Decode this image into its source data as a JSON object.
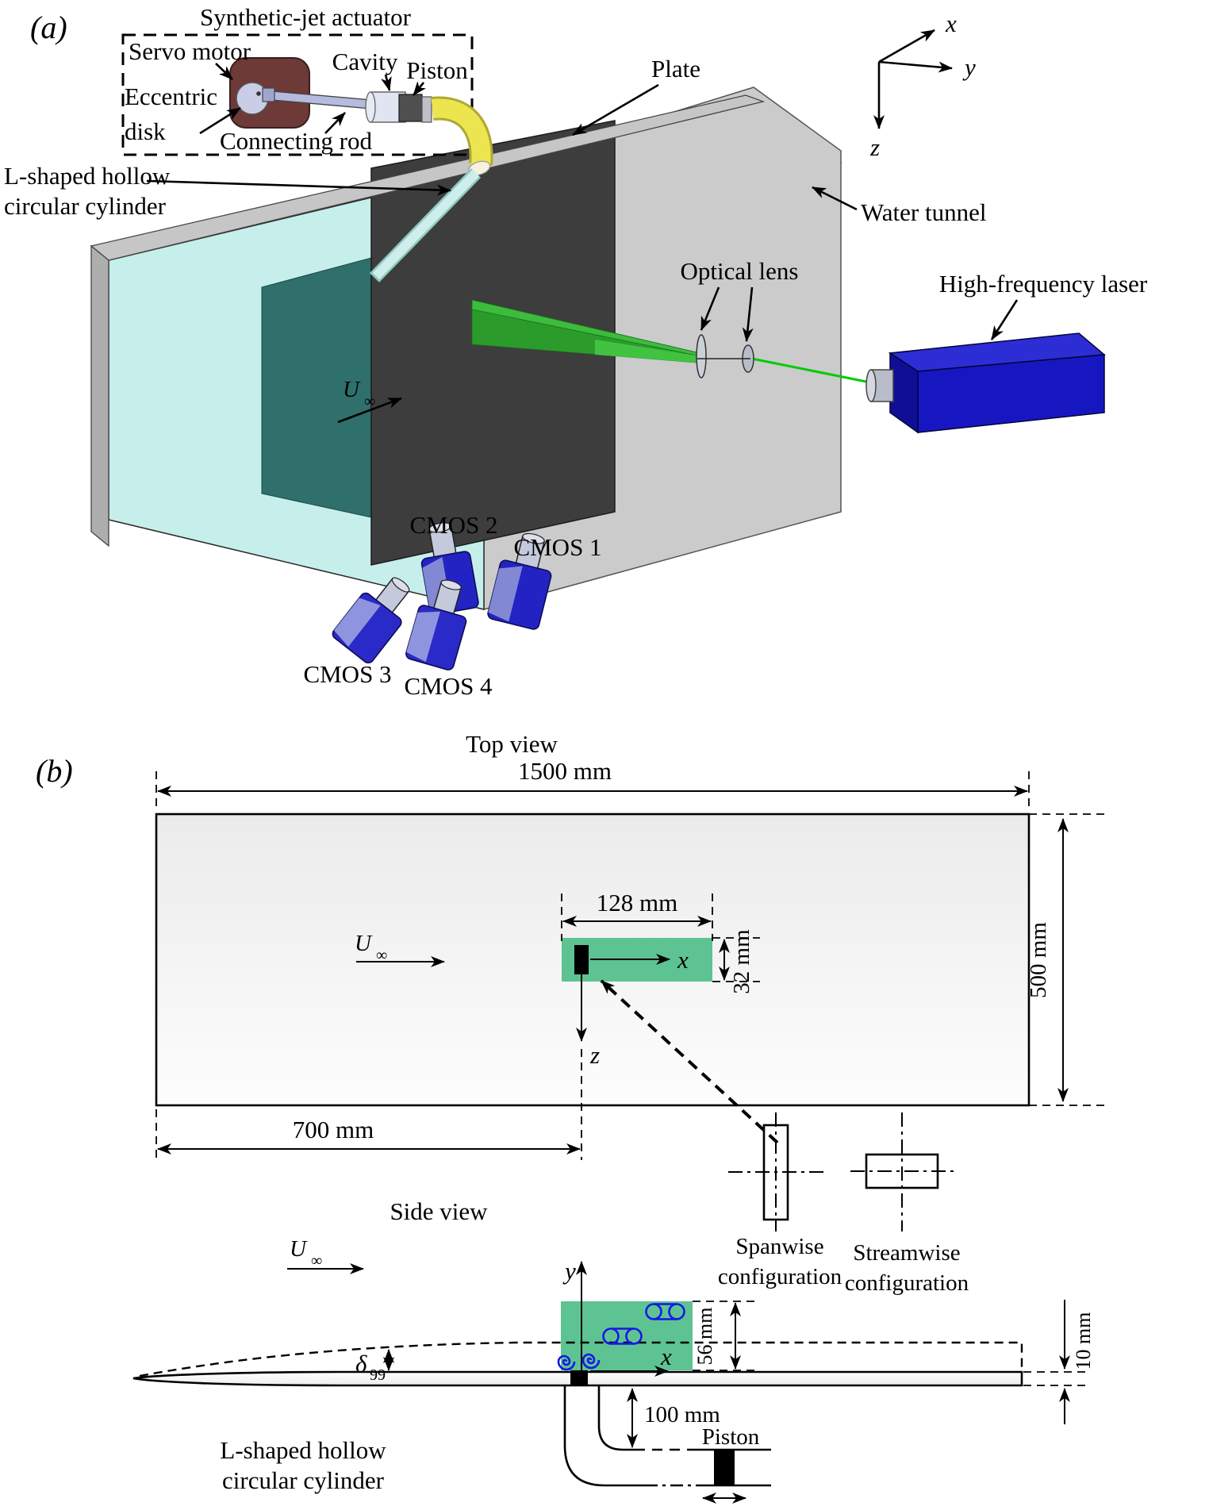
{
  "panel_a": {
    "tag": "(a)",
    "actuator": {
      "title": "Synthetic-jet actuator",
      "servo_motor": "Servo motor",
      "eccentric_line1": "Eccentric",
      "eccentric_line2": "disk",
      "cavity": "Cavity",
      "piston": "Piston",
      "connecting_rod": "Connecting rod"
    },
    "lshaped_line1": "L-shaped hollow",
    "lshaped_line2": "circular cylinder",
    "plate": "Plate",
    "water_tunnel": "Water tunnel",
    "laser": "High-frequency laser",
    "optical_lens": "Optical lens",
    "freestream": {
      "symbol": "U",
      "subscript": "∞"
    },
    "axes": {
      "x": "x",
      "y": "y",
      "z": "z"
    },
    "cameras": {
      "cmos1": "CMOS 1",
      "cmos2": "CMOS 2",
      "cmos3": "CMOS 3",
      "cmos4": "CMOS 4"
    }
  },
  "panel_b": {
    "tag": "(b)",
    "top_view": {
      "title": "Top view",
      "dim_length": "1500 mm",
      "dim_width": "500 mm",
      "dim_offset": "700 mm",
      "dim_fov_length": "128 mm",
      "dim_fov_width": "32 mm",
      "axis_x": "x",
      "axis_z": "z",
      "freestream": {
        "symbol": "U",
        "subscript": "∞"
      }
    },
    "configurations": {
      "spanwise_line1": "Spanwise",
      "spanwise_line2": "configuration",
      "streamwise_line1": "Streamwise",
      "streamwise_line2": "configuration"
    },
    "side_view": {
      "title": "Side view",
      "freestream": {
        "symbol": "U",
        "subscript": "∞"
      },
      "axis_x": "x",
      "axis_y": "y",
      "dim_fov_height": "56 mm",
      "dim_plate_thickness": "10 mm",
      "dim_tube_depth": "100 mm",
      "boundary_layer_symbol": "δ",
      "boundary_layer_sub": "99",
      "piston": "Piston",
      "lshaped_line1": "L-shaped hollow",
      "lshaped_line2": "circular cylinder"
    }
  },
  "colors": {
    "glass_cyan": "#c6efec",
    "water_top": "#b9e7e4",
    "teal_plate": "#2f6f6c",
    "dark_plate": "#3d3d3d",
    "gray_wall": "#cbcbcb",
    "laser_sheet_green": "#2b9c2b",
    "laser_sheet_bright": "#41c341",
    "beam_green": "#00cc00",
    "laser_blue": "#1717c2",
    "camera_blue": "#2323c4",
    "fov_green": "#5ec392",
    "vortex_blue": "#1717e8",
    "servo_maroon": "#6d3a37",
    "rod_lavender": "#b5bbdf",
    "tube_yellow": "#ece54f"
  }
}
